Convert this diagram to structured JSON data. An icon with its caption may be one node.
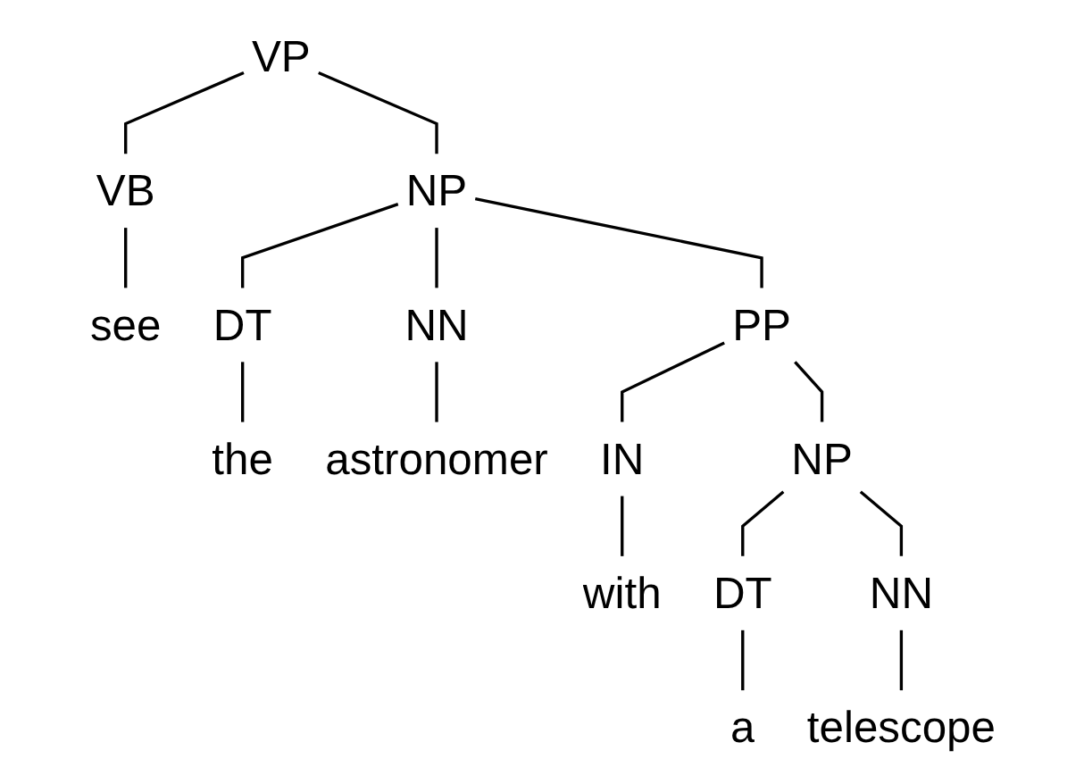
{
  "diagram": {
    "nodes": [
      {
        "text": [
          "VP"
        ]
      },
      {
        "text": [
          "VB"
        ]
      },
      {
        "text": [
          "NP"
        ]
      },
      {
        "text": [
          "see"
        ]
      },
      {
        "text": [
          "DT"
        ]
      },
      {
        "text": [
          "NN"
        ]
      },
      {
        "text": [
          "PP"
        ]
      },
      {
        "text": [
          "the"
        ]
      },
      {
        "text": [
          "astronomer"
        ]
      },
      {
        "text": [
          "IN"
        ]
      },
      {
        "text": [
          "NP"
        ]
      },
      {
        "text": [
          "with"
        ]
      },
      {
        "text": [
          "DT"
        ]
      },
      {
        "text": [
          "NN"
        ]
      },
      {
        "text": [
          "a"
        ]
      },
      {
        "text": [
          "telescope"
        ]
      }
    ],
    "edges": [
      {
        "from": 0,
        "to": 1,
        "arrow": "none"
      },
      {
        "from": 0,
        "to": 2,
        "arrow": "none"
      },
      {
        "from": 1,
        "to": 3,
        "arrow": "none"
      },
      {
        "from": 2,
        "to": 4,
        "arrow": "none"
      },
      {
        "from": 2,
        "to": 5,
        "arrow": "none"
      },
      {
        "from": 2,
        "to": 6,
        "arrow": "none"
      },
      {
        "from": 4,
        "to": 7,
        "arrow": "none"
      },
      {
        "from": 5,
        "to": 8,
        "arrow": "none"
      },
      {
        "from": 6,
        "to": 9,
        "arrow": "none"
      },
      {
        "from": 6,
        "to": 10,
        "arrow": "none"
      },
      {
        "from": 9,
        "to": 11,
        "arrow": "none"
      },
      {
        "from": 10,
        "to": 12,
        "arrow": "none"
      },
      {
        "from": 10,
        "to": 13,
        "arrow": "none"
      },
      {
        "from": 12,
        "to": 14,
        "arrow": "none"
      },
      {
        "from": 13,
        "to": 15,
        "arrow": "none"
      }
    ]
  }
}
